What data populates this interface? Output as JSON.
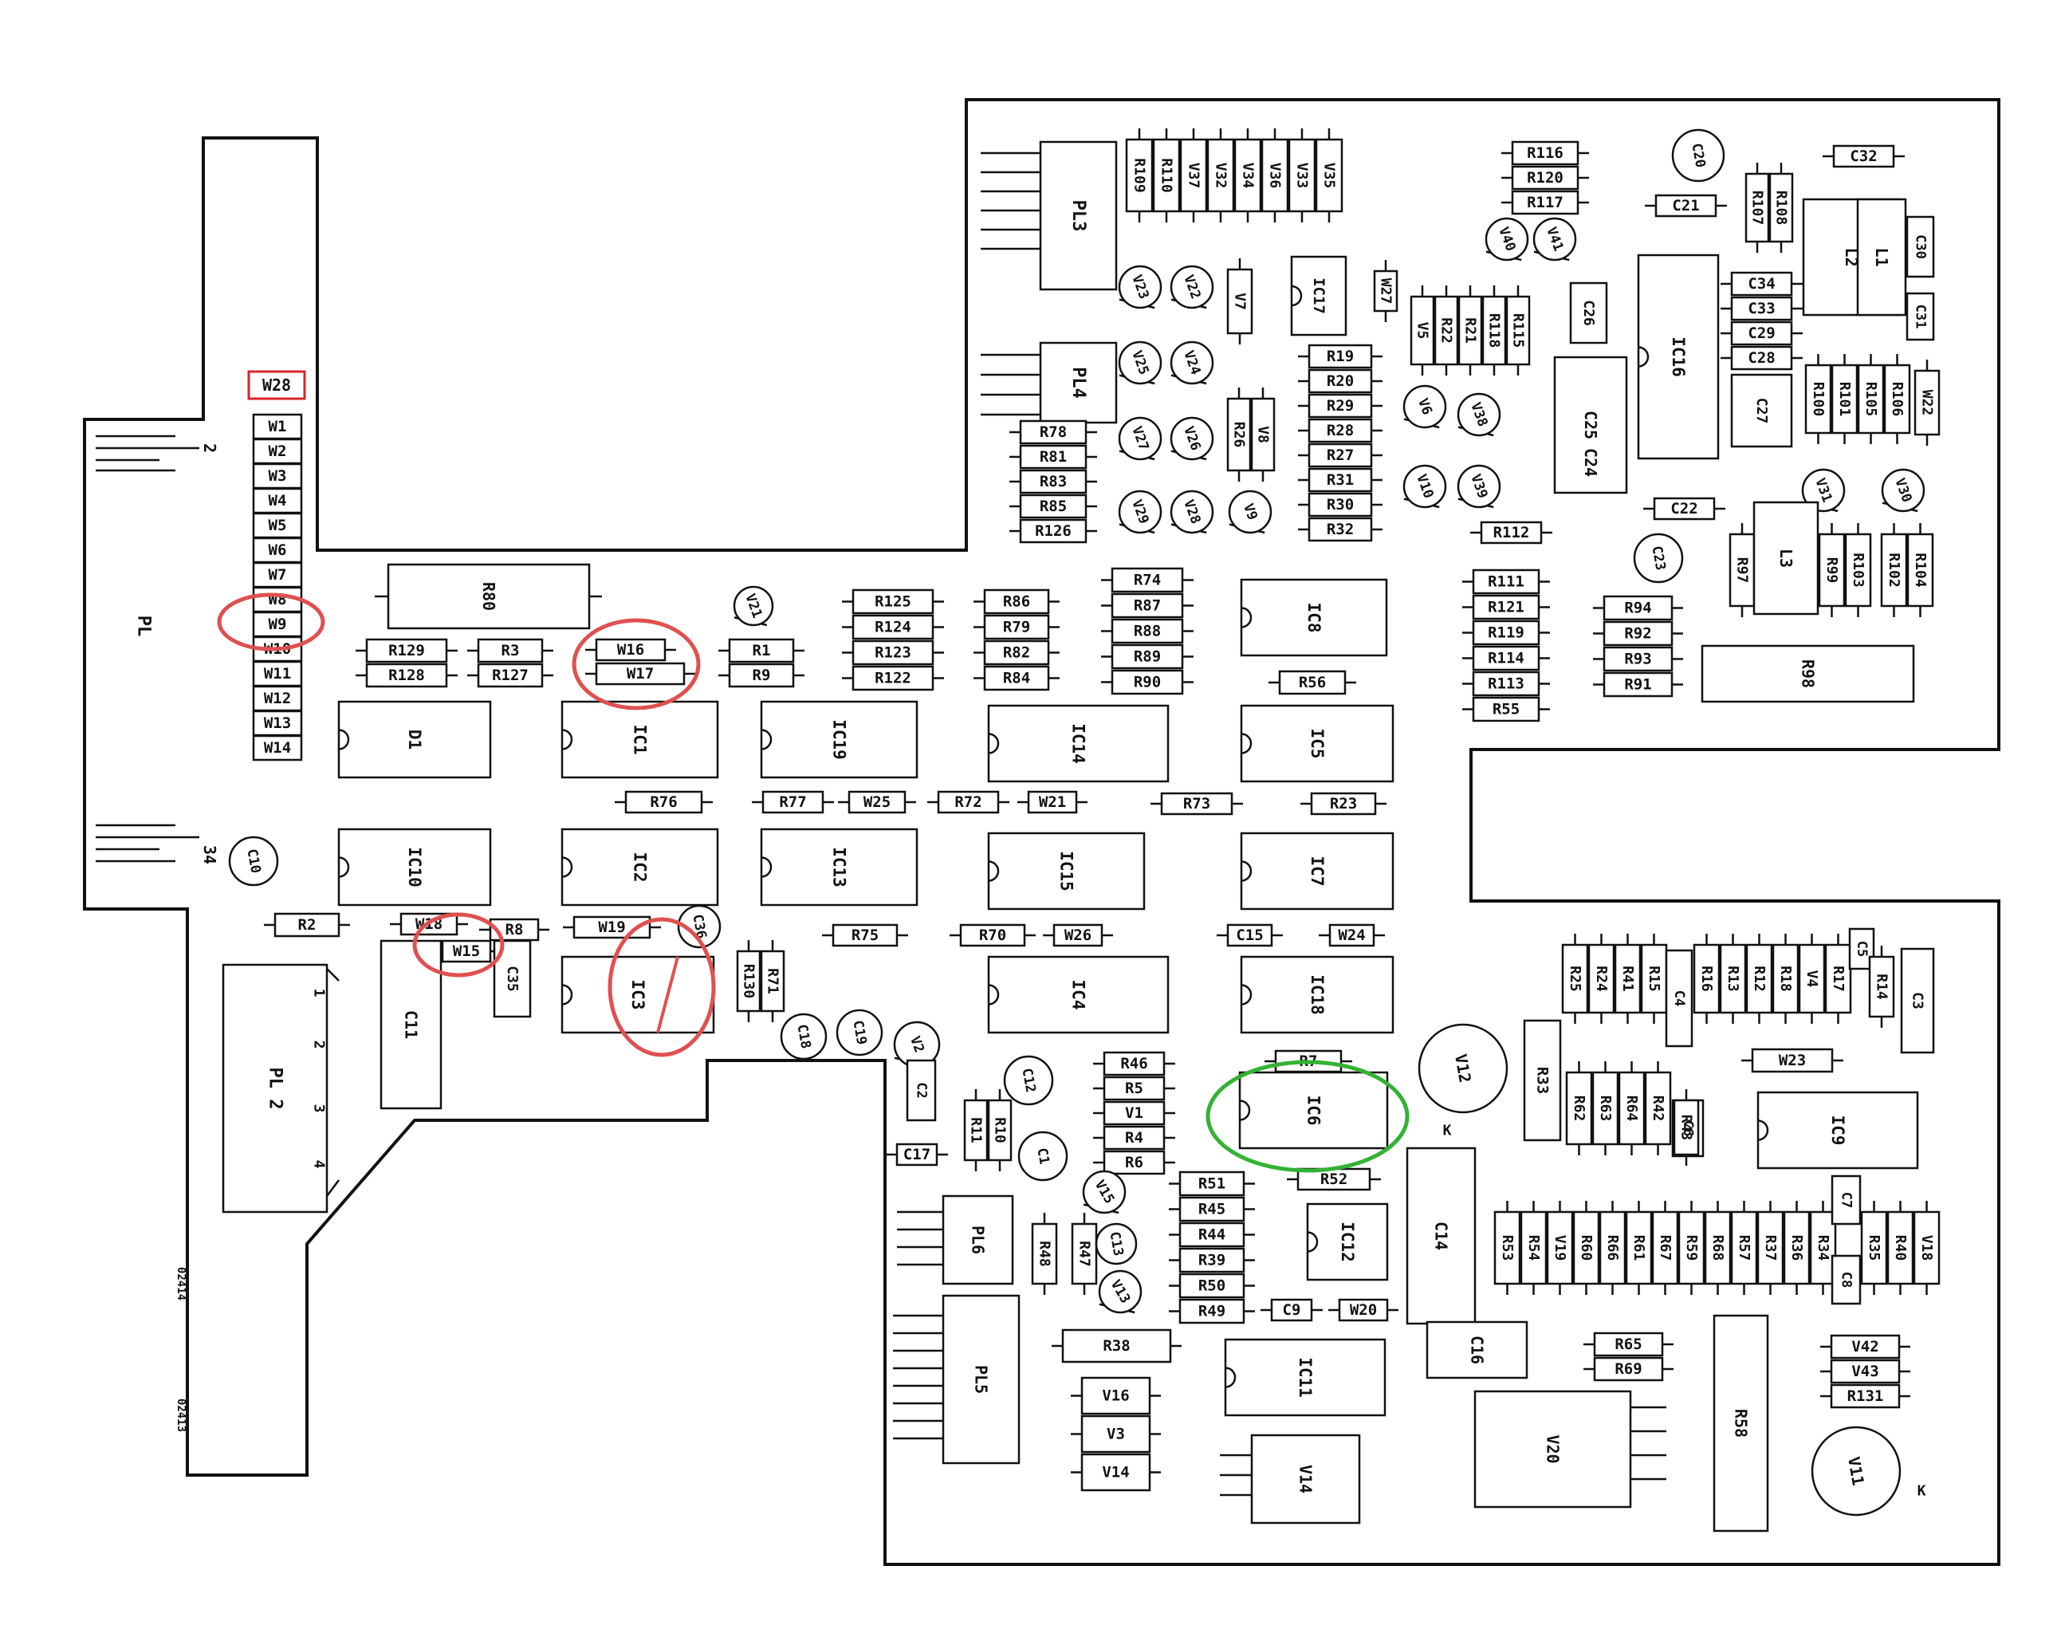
{
  "title": "PCB component layout",
  "connector_pl": {
    "label": "PL",
    "pin_first": "2",
    "pin_last": "34"
  },
  "connector_pl2": {
    "label": "PL 2",
    "pins": [
      "1",
      "2",
      "3",
      "4"
    ]
  },
  "drawing_numbers": [
    "02414",
    "02413"
  ],
  "annotation": {
    "label": "W28",
    "color": "#d8232a"
  },
  "highlight_colors": {
    "red": "#e05050",
    "green": "#33b233"
  },
  "side_marks": {
    "k1": "K",
    "k2": "K"
  },
  "wire_links_left": [
    "W1",
    "W2",
    "W3",
    "W4",
    "W5",
    "W6",
    "W7",
    "W8",
    "W9",
    "W10",
    "W11",
    "W12",
    "W13",
    "W14"
  ],
  "components": {
    "R80": "R80",
    "R129": "R129",
    "R128": "R128",
    "R3": "R3",
    "R127": "R127",
    "W16": "W16",
    "W17": "W17",
    "V21": "V21",
    "R1": "R1",
    "R9": "R9",
    "R125": "R125",
    "R124": "R124",
    "R123": "R123",
    "R122": "R122",
    "R86": "R86",
    "R79": "R79",
    "R82": "R82",
    "R84": "R84",
    "R74": "R74",
    "R87": "R87",
    "R88": "R88",
    "R89": "R89",
    "R90": "R90",
    "IC8": "IC8",
    "R56": "R56",
    "D1": "D1",
    "IC1": "IC1",
    "IC19": "IC19",
    "IC14": "IC14",
    "IC5": "IC5",
    "R76": "R76",
    "R77": "R77",
    "W25": "W25",
    "R72": "R72",
    "W21": "W21",
    "R73": "R73",
    "R23": "R23",
    "C10": "C10",
    "IC10": "IC10",
    "IC2": "IC2",
    "IC13": "IC13",
    "IC15": "IC15",
    "IC7": "IC7",
    "R2": "R2",
    "W18": "W18",
    "W15": "W15",
    "R8": "R8",
    "W19": "W19",
    "C36": "C36",
    "C35": "C35",
    "C11": "C11",
    "IC3": "IC3",
    "R130": "R130",
    "R71": "R71",
    "R75": "R75",
    "R70": "R70",
    "W26": "W26",
    "C15": "C15",
    "W24": "W24",
    "IC4": "IC4",
    "IC18": "IC18",
    "C18": "C18",
    "C19": "C19",
    "V2": "V2",
    "C2": "C2",
    "C12": "C12",
    "R46": "R46",
    "R5": "R5",
    "V1": "V1",
    "R4": "R4",
    "R6": "R6",
    "R7": "R7",
    "IC6": "IC6",
    "R52": "R52",
    "C1": "C1",
    "R11": "R11",
    "R10": "R10",
    "C17": "C17",
    "PL6": "PL6",
    "R48": "R48",
    "R47": "R47",
    "V15": "V15",
    "C13": "C13",
    "V13": "V13",
    "R51": "R51",
    "R45": "R45",
    "R44": "R44",
    "R39": "R39",
    "R50": "R50",
    "R49": "R49",
    "IC12": "IC12",
    "C9": "C9",
    "W20": "W20",
    "R38": "R38",
    "IC11": "IC11",
    "PL5": "PL5",
    "V16": "V16",
    "V3": "V3",
    "V14": "V14",
    "V14b": "V14",
    "PL3": "PL3",
    "PL4": "PL4",
    "R109": "R109",
    "R110": "R110",
    "V37": "V37",
    "V32": "V32",
    "V34": "V34",
    "V36": "V36",
    "V33": "V33",
    "V35": "V35",
    "V23": "V23",
    "V22": "V22",
    "V7": "V7",
    "IC17": "IC17",
    "W27": "W27",
    "V25": "V25",
    "V24": "V24",
    "V27": "V27",
    "V26": "V26",
    "V29": "V29",
    "V28": "V28",
    "V9": "V9",
    "R26": "R26",
    "V8": "V8",
    "R78": "R78",
    "R81": "R81",
    "R83": "R83",
    "R85": "R85",
    "R126": "R126",
    "R19": "R19",
    "R20": "R20",
    "R29": "R29",
    "R28": "R28",
    "R27": "R27",
    "R31": "R31",
    "R30": "R30",
    "R32": "R32",
    "V5": "V5",
    "R22": "R22",
    "R21": "R21",
    "R118": "R118",
    "R115": "R115",
    "V6": "V6",
    "V38": "V38",
    "V10": "V10",
    "V39": "V39",
    "R112": "R112",
    "R116": "R116",
    "R120": "R120",
    "R117": "R117",
    "V40": "V40",
    "V41": "V41",
    "C26": "C26",
    "C25": "C25",
    "C24": "C24",
    "IC16": "IC16",
    "C20": "C20",
    "C21": "C21",
    "R107": "R107",
    "R108": "R108",
    "C32": "C32",
    "L2": "L2",
    "L1": "L1",
    "C30": "C30",
    "C31": "C31",
    "C34": "C34",
    "C33": "C33",
    "C29": "C29",
    "C28": "C28",
    "C27": "C27",
    "R100": "R100",
    "R101": "R101",
    "R105": "R105",
    "R106": "R106",
    "W22": "W22",
    "C22": "C22",
    "C23": "C23",
    "V31": "V31",
    "V30": "V30",
    "R97": "R97",
    "L3": "L3",
    "R99": "R99",
    "R103": "R103",
    "R102": "R102",
    "R104": "R104",
    "R111": "R111",
    "R121": "R121",
    "R119": "R119",
    "R114": "R114",
    "R113": "R113",
    "R55": "R55",
    "R94": "R94",
    "R92": "R92",
    "R93": "R93",
    "R91": "R91",
    "R98": "R98",
    "R25": "R25",
    "R24": "R24",
    "R41": "R41",
    "R15": "R15",
    "C4": "C4",
    "R16": "R16",
    "R13": "R13",
    "R12": "R12",
    "R18": "R18",
    "V4": "V4",
    "R17": "R17",
    "C5": "C5",
    "R14": "R14",
    "C3": "C3",
    "V12": "V12",
    "R33": "R33",
    "R62": "R62",
    "R63": "R63",
    "R64": "R64",
    "R42": "R42",
    "R43": "R43",
    "C6": "C6",
    "W23": "W23",
    "IC9": "IC9",
    "C14": "C14",
    "C16": "C16",
    "R53": "R53",
    "R54": "R54",
    "V19": "V19",
    "R60": "R60",
    "R66": "R66",
    "R61": "R61",
    "R67": "R67",
    "R59": "R59",
    "R68": "R68",
    "R57": "R57",
    "R37": "R37",
    "R36": "R36",
    "R34": "R34",
    "C7": "C7",
    "C8": "C8",
    "R35": "R35",
    "R40": "R40",
    "V18": "V18",
    "R65": "R65",
    "R69": "R69",
    "R58": "R58",
    "V20": "V20",
    "V42": "V42",
    "V43": "V43",
    "R131": "R131",
    "V11": "V11"
  }
}
